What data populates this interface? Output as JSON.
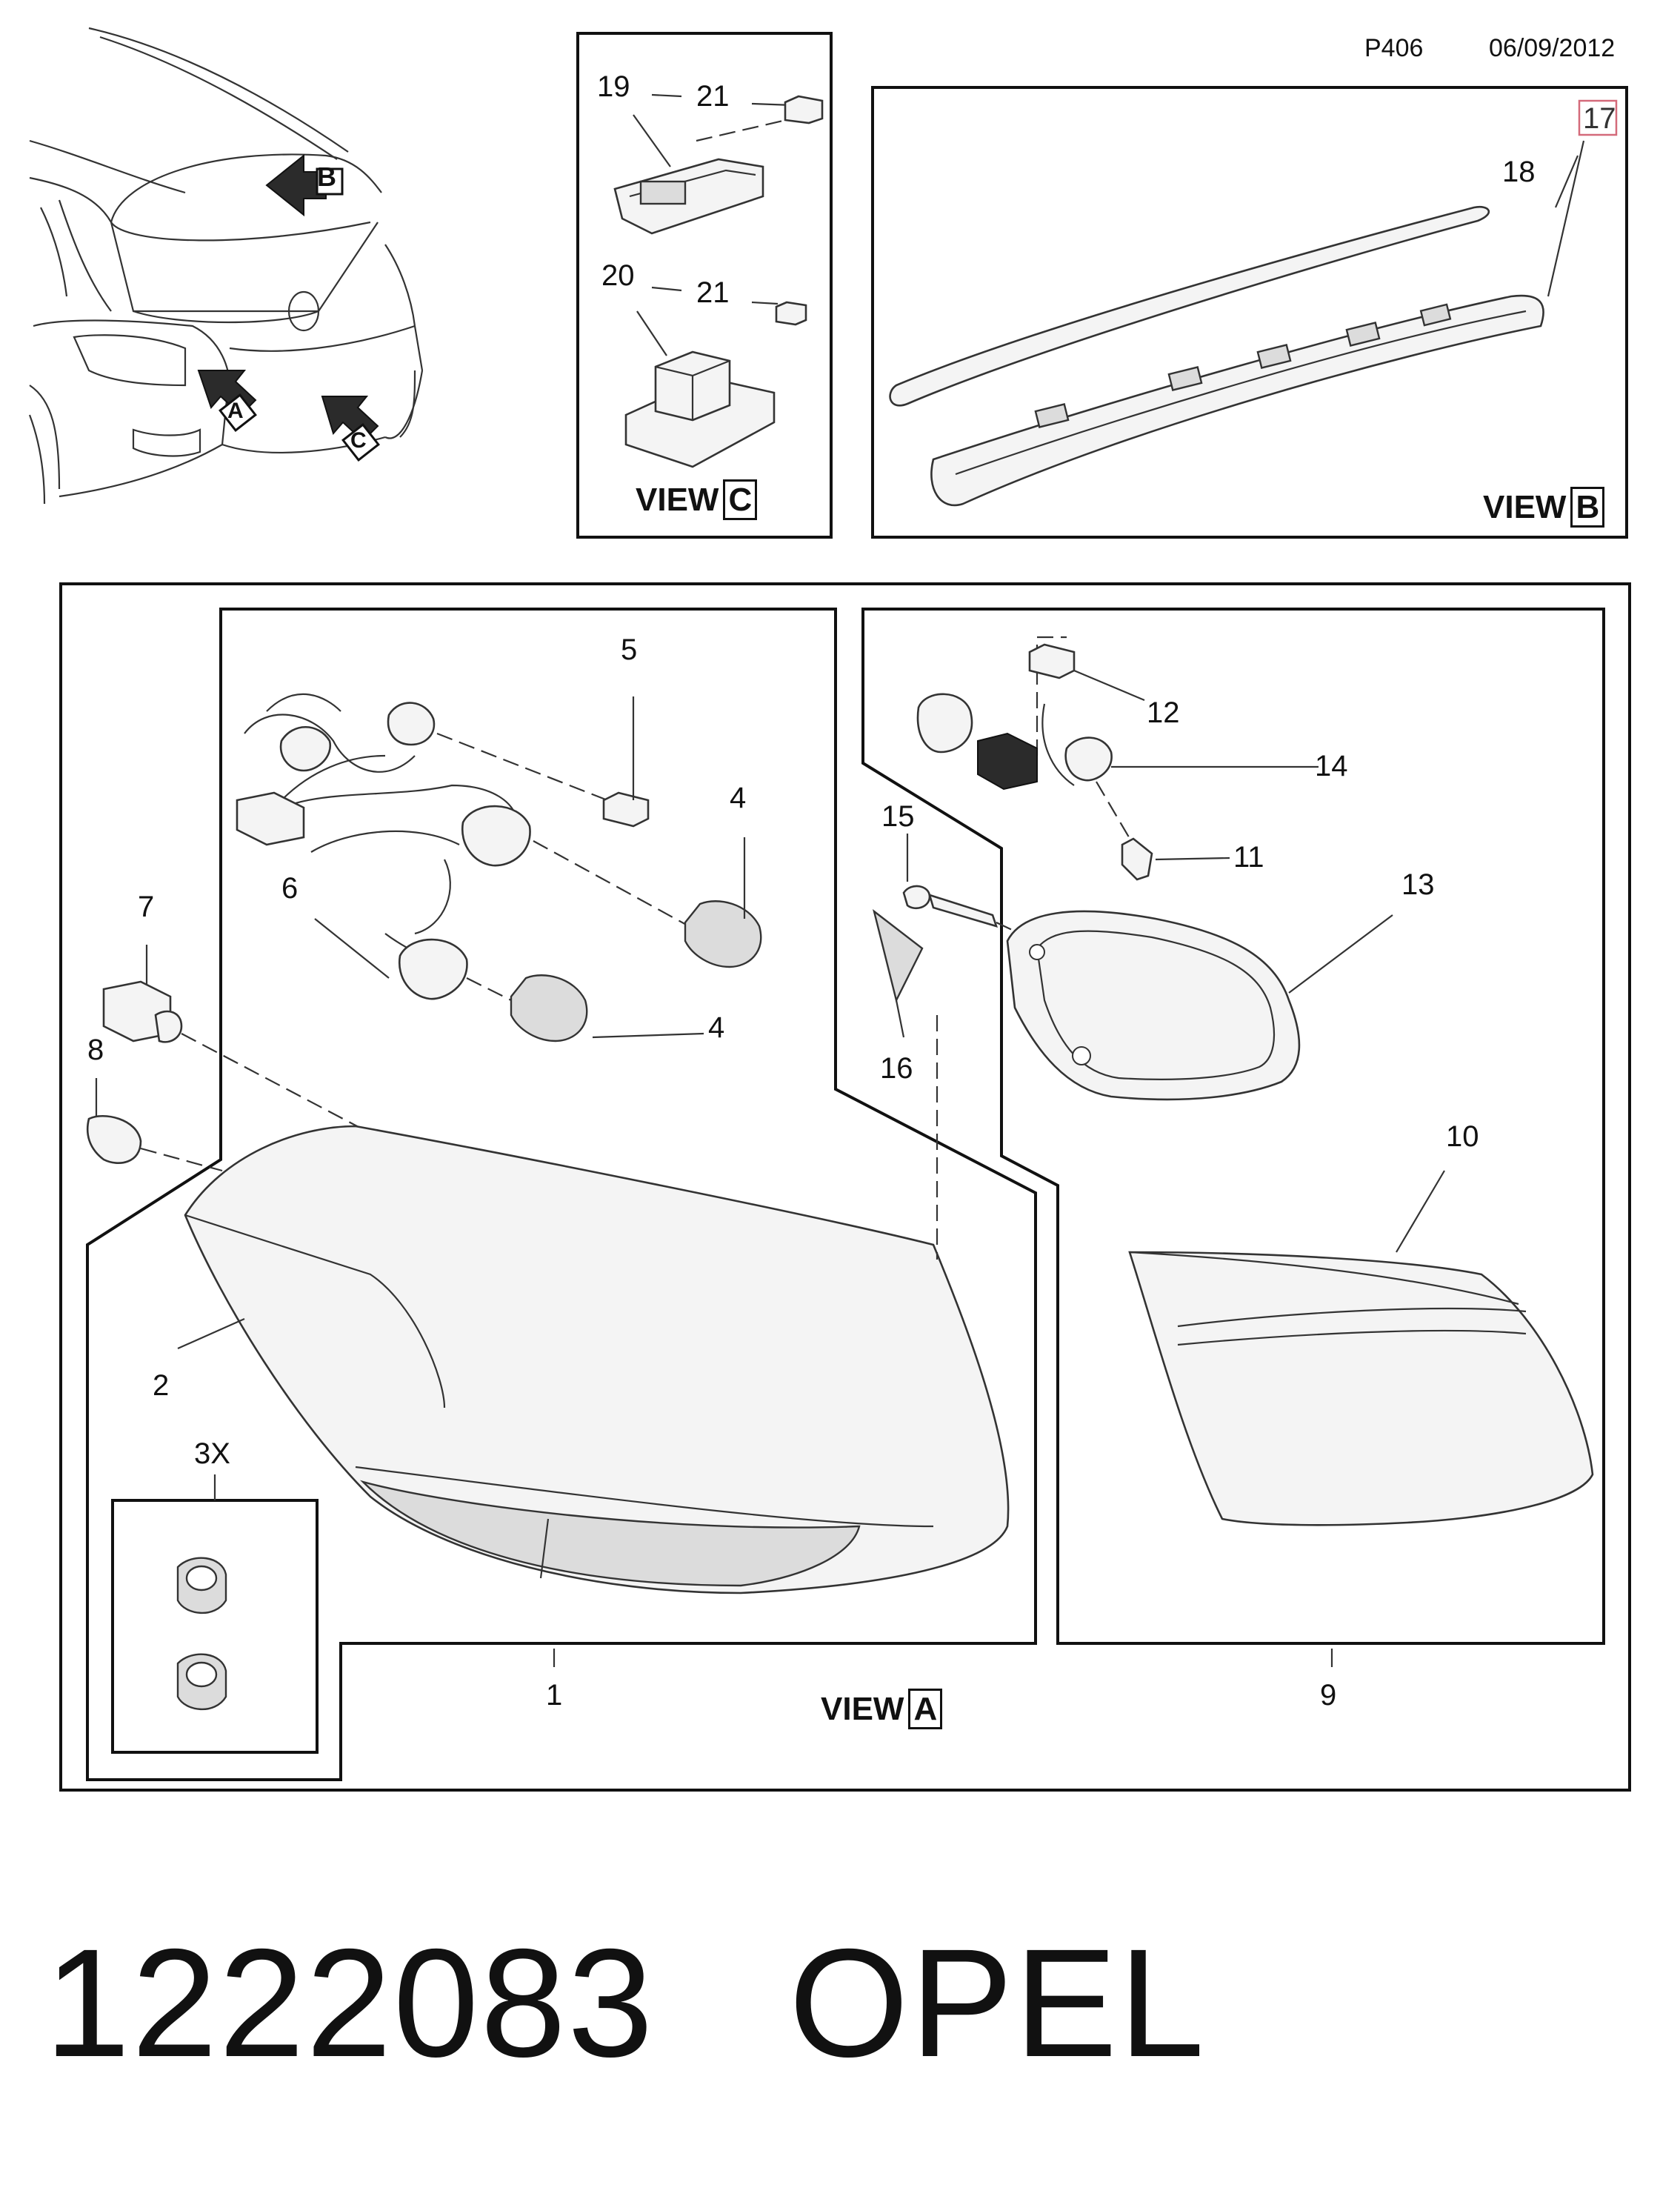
{
  "header": {
    "code": "P406",
    "date": "06/09/2012"
  },
  "views": {
    "a": "VIEW",
    "a_letter": "A",
    "b": "VIEW",
    "b_letter": "B",
    "c": "VIEW",
    "c_letter": "C"
  },
  "car_arrows": {
    "a": "A",
    "b": "B",
    "c": "C"
  },
  "callouts": {
    "p1": "1",
    "p2": "2",
    "p3x": "3X",
    "p4a": "4",
    "p4b": "4",
    "p5": "5",
    "p6": "6",
    "p7": "7",
    "p8": "8",
    "p9": "9",
    "p10": "10",
    "p11": "11",
    "p12": "12",
    "p13": "13",
    "p14": "14",
    "p15": "15",
    "p16": "16",
    "p17": "17",
    "p18": "18",
    "p19": "19",
    "p20": "20",
    "p21a": "21",
    "p21b": "21"
  },
  "footer": {
    "part_number": "1222083",
    "brand": "OPEL"
  }
}
